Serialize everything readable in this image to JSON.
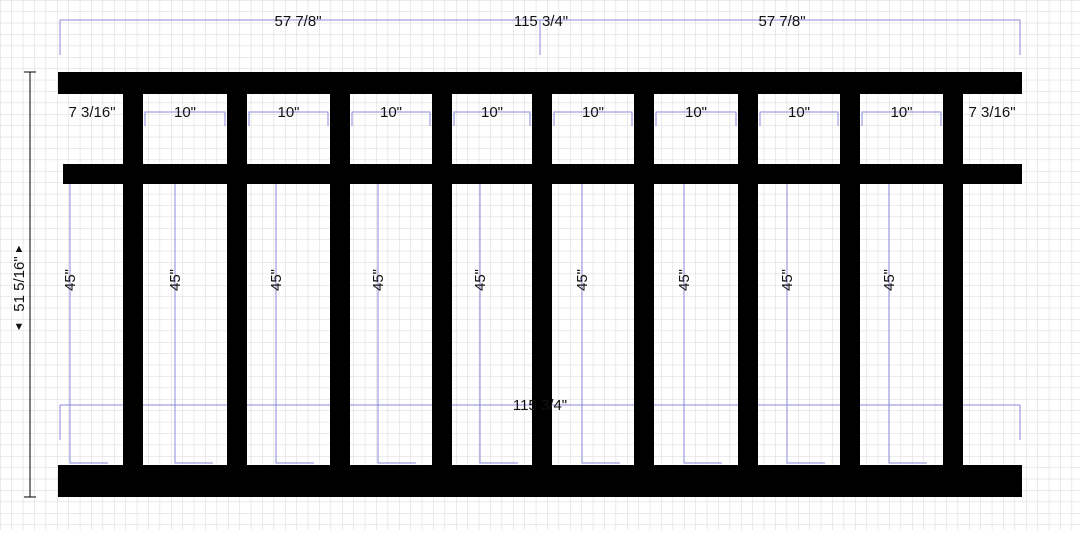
{
  "diagram": {
    "title": "",
    "colors": {
      "grid": "#d7d7d7",
      "grid_major": "#c4c4c4",
      "lumber": "#000000",
      "dimension_line": "#8a8ad8",
      "text": "#111111"
    },
    "top_dimensions": {
      "left_half": "57 7/8\"",
      "overall": "115 3/4\"",
      "right_half": "57 7/8\""
    },
    "bottom_dimension": "115 3/4\"",
    "height_dimension": "51 5/16\"",
    "end_gaps": {
      "left": "7 3/16\"",
      "right": "7 3/16\""
    },
    "bay_gap_labels": [
      "10\"",
      "10\"",
      "10\"",
      "10\"",
      "10\"",
      "10\"",
      "10\"",
      "10\""
    ],
    "post_height_labels": [
      "45\"",
      "45\"",
      "45\"",
      "45\"",
      "45\"",
      "45\"",
      "45\"",
      "45\"",
      "45\""
    ]
  }
}
